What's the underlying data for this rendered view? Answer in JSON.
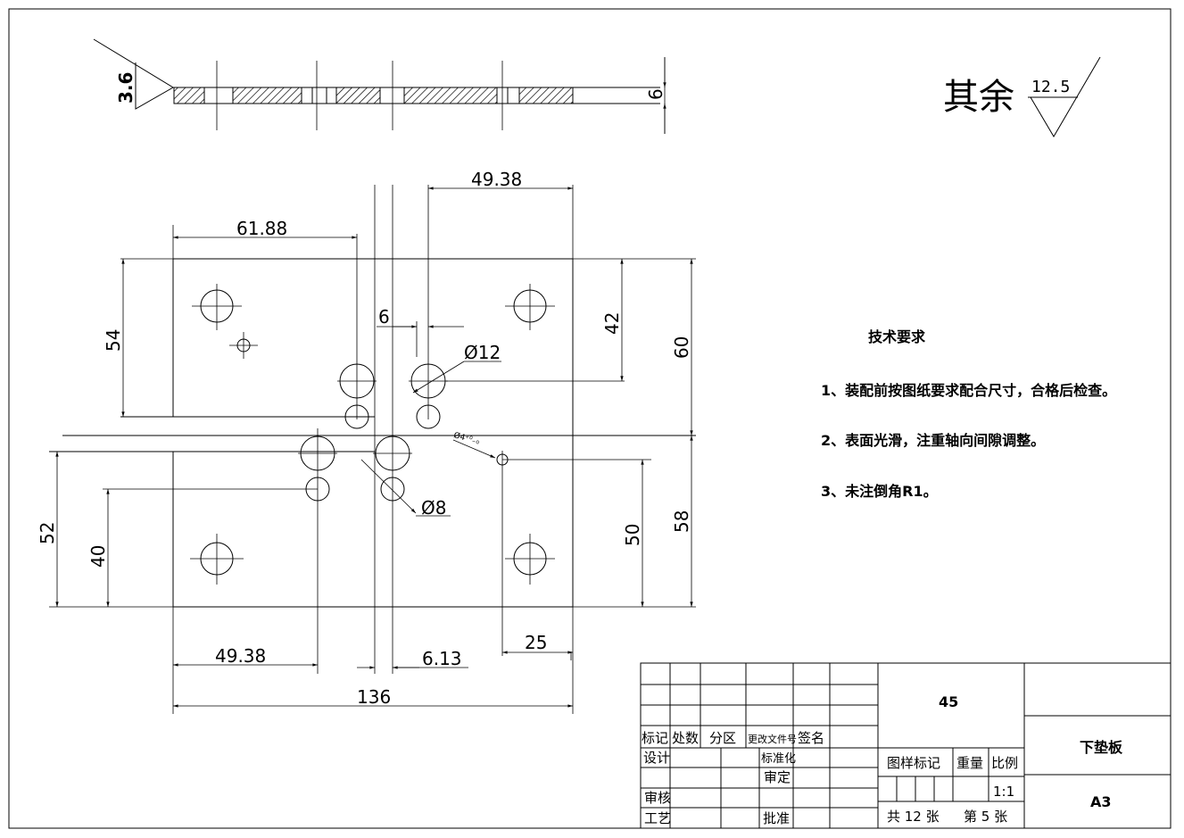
{
  "surface_note": {
    "prefix": "其余",
    "roughness": "12.5"
  },
  "section_view": {
    "roughness": "3.6",
    "thickness": "6"
  },
  "dimensions": {
    "d49_38_top": "49.38",
    "d61_88": "61.88",
    "d54": "54",
    "d6": "6",
    "d12": "Ø12",
    "d42": "42",
    "d60": "60",
    "d4_tol": "Ø4⁺⁰₋₀",
    "d52": "52",
    "d40": "40",
    "d8": "Ø8",
    "d50": "50",
    "d58": "58",
    "d25": "25",
    "d49_38_bottom": "49.38",
    "d6_13": "6.13",
    "d136": "136"
  },
  "tech_requirements": {
    "title": "技术要求",
    "items": [
      "1、装配前按图纸要求配合尺寸，合格后检查。",
      "2、表面光滑，注重轴向间隙调整。",
      "3、未注倒角R1。"
    ]
  },
  "title_block": {
    "material": "45",
    "part_name": "下垫板",
    "sheet_size": "A3",
    "scale": "1:1",
    "sheet_total": "共 12 张",
    "sheet_index": "第 5 张",
    "labels": {
      "mark": "标记",
      "count": "处数",
      "zone": "分区",
      "change_doc": "更改文件号",
      "sign": "签名",
      "design": "设计",
      "standard": "标准化",
      "review": "审核",
      "check": "审定",
      "process": "工艺",
      "approve": "批准",
      "sample_mark": "图样标记",
      "weight": "重量",
      "ratio": "比例"
    }
  }
}
